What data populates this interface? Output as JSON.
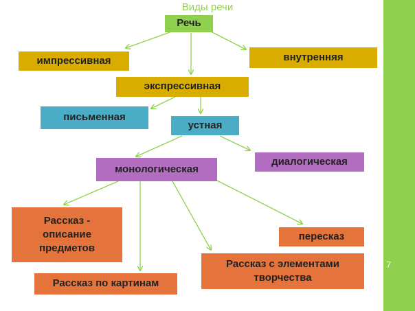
{
  "slide": {
    "title": "Виды речи",
    "page_number": "7"
  },
  "colors": {
    "title": "#8fd14f",
    "sidebar": "#8fd14f",
    "green": "#8fd14f",
    "gold": "#d9ad00",
    "teal": "#4bacc6",
    "purple": "#b26dc0",
    "orange": "#e4733c",
    "arrow": "#8fd14f"
  },
  "nodes": {
    "rech": "Речь",
    "impressive": "импрессивная",
    "internal": "внутренняя",
    "expressive": "экспрессивная",
    "written": "письменная",
    "oral": "устная",
    "monologic": "монологическая",
    "dialogic": "диалогическая",
    "story_objects": "Рассказ - описание предметов",
    "story_pictures": "Рассказ по картинам",
    "retelling": "пересказ",
    "story_creative": "Рассказ с элементами творчества"
  }
}
